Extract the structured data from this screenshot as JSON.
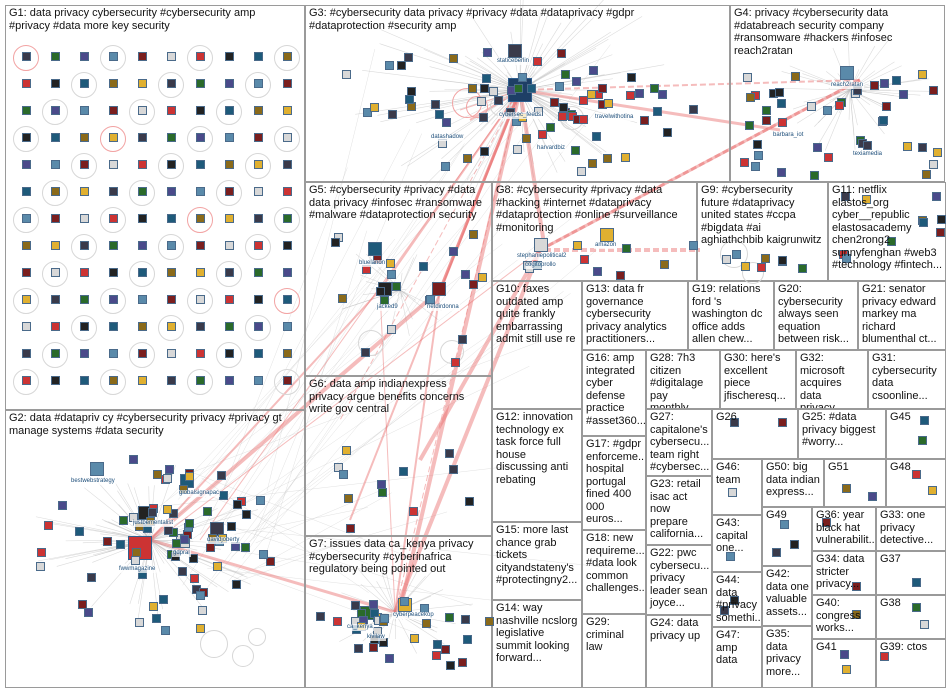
{
  "groups": [
    {
      "id": "G1",
      "label": "G1: data privacy cybersecurity #cybersecurity amp\n#privacy #data more key security",
      "nodes": []
    },
    {
      "id": "G2",
      "label": "G2: data #datapriv cy #cybersecurity privacy #privacy gt\nmanage systems #data security",
      "nodes": [
        "bestwebstrategy",
        "globalsignapac",
        "davidjoberty",
        "justbementalist",
        "gdpral",
        "fwwmagazine"
      ]
    },
    {
      "id": "G3",
      "label": "G3: #cybersecurity data privacy #privacy #data #dataprivacy #gdpr\n#dataprotection #security amp",
      "nodes": [
        "staticeberlin",
        "cybersec_feeds",
        "datashadow",
        "travelwithotina",
        "harvardbiz"
      ]
    },
    {
      "id": "G4",
      "label": "G4: privacy #cybersecurity data\n#databreach security company\n#ransomware #hackers #infosec\nreach2ratan",
      "nodes": [
        "reach2ratan",
        "barbara_iot",
        "texiamedia"
      ]
    },
    {
      "id": "G5",
      "label": "G5: #cybersecurity #privacy #data\ndata privacy #infosec #ransomware\n#malware #dataprotection security",
      "nodes": [
        "bluelanon",
        "jacked9",
        "netdirdonna"
      ]
    },
    {
      "id": "G6",
      "label": "G6: data amp indianexpress\nprivacy argue benefits concerns\nwrite gov central",
      "nodes": []
    },
    {
      "id": "G7",
      "label": "G7: issues data ca_kenya privacy\n#cybersecurity #cyberinafrica\nregulatory being pointed out",
      "nodes": [
        "cyberpeacekop",
        "ca_kenya",
        "kivilaw"
      ]
    },
    {
      "id": "G8",
      "label": "G8: #cybersecurity #privacy #data\n#hacking #internet #dataprivacy\n#dataprotection #online #surveillance\n#monitoring",
      "nodes": [
        "amazon",
        "cogitoprollo",
        "stephaniepolitical2"
      ]
    },
    {
      "id": "G9",
      "label": "G9: #cybersecurity\nfuture #dataprivacy\nunited states #ccpa\n#bigdata #ai\naghiathchbib kaigrunwitz",
      "nodes": []
    },
    {
      "id": "G10",
      "label": "G10: faxes\noutdated amp\nquite frankly\nembarrassing\nadmit still use re",
      "nodes": []
    },
    {
      "id": "G11",
      "label": "G11: netflix\nelastos_org\ncyber__republic\nelastosacademy\nchen2rong2\nsunnyfenghan #web3\n#technology #fintech...",
      "nodes": []
    },
    {
      "id": "G12",
      "label": "G12: innovation\ntechnology ex\ntask force full\nhouse\ndiscussing anti\nrebating",
      "nodes": []
    },
    {
      "id": "G13",
      "label": "G13: data fr\ngovernance\ncybersecurity\nprivacy analytics\npractitioners...",
      "nodes": []
    },
    {
      "id": "G14",
      "label": "G14: way\nnashville ncslorg\nlegislative\nsummit looking\nforward...",
      "nodes": []
    },
    {
      "id": "G15",
      "label": "G15: more last\nchance grab\ntickets\ncityandstateny's\n#protectingny2...",
      "nodes": []
    },
    {
      "id": "G16",
      "label": "G16: amp\nintegrated\ncyber\ndefense\npractice\n#asset360...",
      "nodes": []
    },
    {
      "id": "G17",
      "label": "G17: #gdpr\nenforceme...\nhospital\nportugal\nfined 400\n000 euros...",
      "nodes": []
    },
    {
      "id": "G18",
      "label": "G18: new\nrequireme...\n#data look\ncommon\nchallenges...",
      "nodes": []
    },
    {
      "id": "G19",
      "label": "G19: relations\nford 's\nwashington dc\noffice adds\nallen chew...",
      "nodes": []
    },
    {
      "id": "G20",
      "label": "G20:\ncybersecurity\nalways seen\nequation\nbetween risk...",
      "nodes": []
    },
    {
      "id": "G21",
      "label": "G21: senator\nprivacy edward\nmarkey ma\nrichard\nblumenthal ct...",
      "nodes": []
    },
    {
      "id": "G22",
      "label": "G22: pwc\ncybersecu...\nprivacy\nleader sean\njoyce...",
      "nodes": []
    },
    {
      "id": "G23",
      "label": "G23: retail\nisac act\nnow\nprepare\ncalifornia...",
      "nodes": []
    },
    {
      "id": "G24",
      "label": "G24: data\nprivacy up",
      "nodes": []
    },
    {
      "id": "G25",
      "label": "G25: #data\nprivacy biggest\n#worry...",
      "nodes": []
    },
    {
      "id": "G26",
      "label": "G26",
      "nodes": []
    },
    {
      "id": "G27",
      "label": "G27:\ncapitalone's\ncybersecu...\nteam right\n#cybersec...",
      "nodes": []
    },
    {
      "id": "G28",
      "label": "G28: 7h3\ncitizen\n#digitalage\npay monthly...",
      "nodes": []
    },
    {
      "id": "G29",
      "label": "G29:\ncriminal law",
      "nodes": []
    },
    {
      "id": "G30",
      "label": "G30: here's\nexcellent\npiece\njfischeresq...",
      "nodes": []
    },
    {
      "id": "G31",
      "label": "G31:\ncybersecurity\ndata\ncsoonline...",
      "nodes": []
    },
    {
      "id": "G32",
      "label": "G32:\nmicrosoft\nacquires data\nprivacy...",
      "nodes": []
    },
    {
      "id": "G33",
      "label": "G33: one\nprivacy\ndetective...",
      "nodes": []
    },
    {
      "id": "G34",
      "label": "G34: data\nstricter\nprivacy...",
      "nodes": []
    },
    {
      "id": "G35",
      "label": "G35:\ndata\nprivacy\nmore...",
      "nodes": []
    },
    {
      "id": "G36",
      "label": "G36: year\nblack hat\nvulnerabilit...",
      "nodes": []
    },
    {
      "id": "G37",
      "label": "G37",
      "nodes": []
    },
    {
      "id": "G38",
      "label": "G38",
      "nodes": []
    },
    {
      "id": "G39",
      "label": "G39: ctos",
      "nodes": []
    },
    {
      "id": "G40",
      "label": "G40:\ncongress\nworks...",
      "nodes": []
    },
    {
      "id": "G41",
      "label": "G41",
      "nodes": []
    },
    {
      "id": "G42",
      "label": "G42:\ndata one\nvaluable\nassets...",
      "nodes": []
    },
    {
      "id": "G43",
      "label": "G43:\ncapital\none...",
      "nodes": []
    },
    {
      "id": "G44",
      "label": "G44:\ndata\n#privacy\nsomethi...",
      "nodes": []
    },
    {
      "id": "G45",
      "label": "G45",
      "nodes": []
    },
    {
      "id": "G46",
      "label": "G46:\nteam",
      "nodes": []
    },
    {
      "id": "G47",
      "label": "G47:\namp data",
      "nodes": []
    },
    {
      "id": "G48",
      "label": "G48",
      "nodes": []
    },
    {
      "id": "G49",
      "label": "G49",
      "nodes": []
    },
    {
      "id": "G50",
      "label": "G50: big\ndata indian\nexpress...",
      "nodes": []
    },
    {
      "id": "G51",
      "label": "G51",
      "nodes": []
    }
  ],
  "colors": {
    "panel_border": "#9a9a9a",
    "edge_strong": "#e86a6a",
    "edge_faint": "#bdbdbd",
    "label_text": "#111111",
    "node_label_text": "#1d4e7a",
    "node_fills": [
      "#3a3a4a",
      "#7a1e1e",
      "#1e5a7a",
      "#2a6a2a",
      "#d8d8d8",
      "#8a6a1a",
      "#4a4a8a",
      "#cc3333",
      "#e0b030",
      "#5a8aaa",
      "#222222"
    ]
  }
}
